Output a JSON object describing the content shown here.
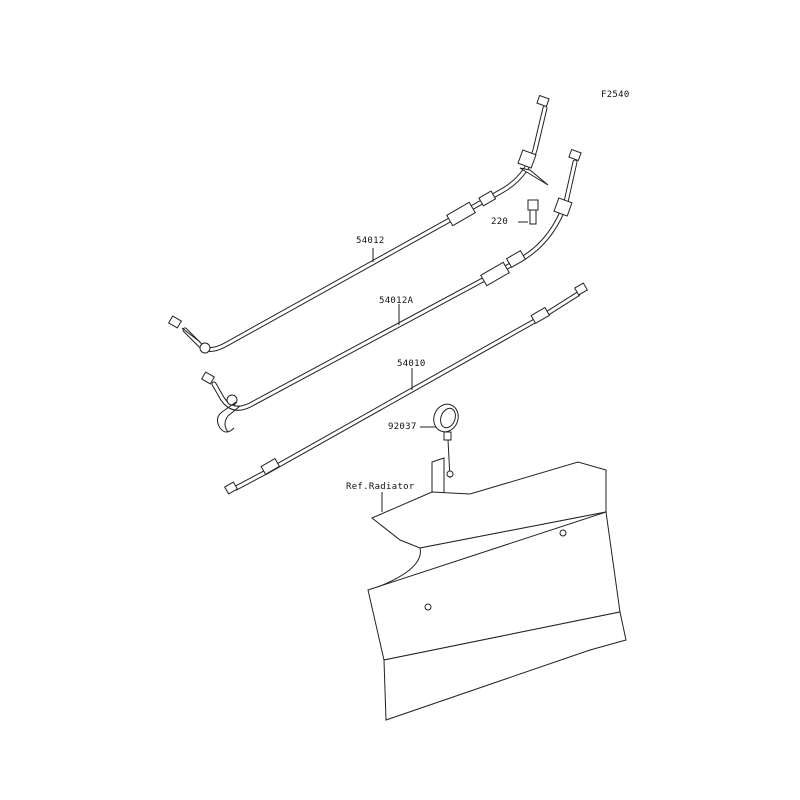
{
  "diagram_code": "F2540",
  "parts": [
    {
      "id": "54012",
      "label": "54012"
    },
    {
      "id": "220",
      "label": "220"
    },
    {
      "id": "54012A",
      "label": "54012A"
    },
    {
      "id": "54010",
      "label": "54010"
    },
    {
      "id": "92037",
      "label": "92037"
    },
    {
      "id": "ref-radiator",
      "label": "Ref.Radiator"
    }
  ]
}
